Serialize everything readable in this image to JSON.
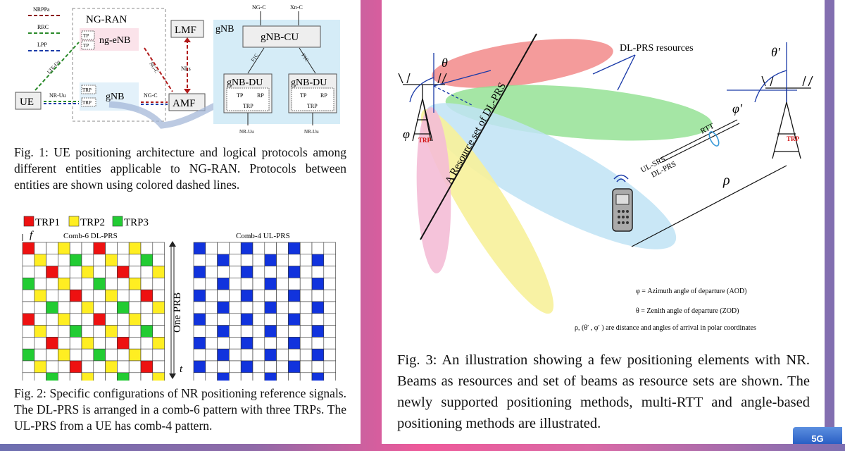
{
  "fig1": {
    "legend": [
      "NRPPa",
      "RRC",
      "LPP"
    ],
    "ngran_title": "NG-RAN",
    "ng_enb": "ng-eNB",
    "gnb": "gNB",
    "tp": "TP",
    "trp": "TRP",
    "ue": "UE",
    "amf": "AMF",
    "lmf": "LMF",
    "nls": "NLs",
    "ngc": "NG-C",
    "lte_uu": "LTE-Uu",
    "nr_uu": "NR-Uu",
    "gnb_box_title": "gNB",
    "gnb_cu": "gNB-CU",
    "gnb_du": "gNB-DU",
    "rp": "RP",
    "f1c": "F1C",
    "xnc": "Xn-C",
    "caption": "Fig. 1: UE positioning architecture and logical protocols among different entities applicable to NG-RAN. Protocols between entities are shown using colored dashed lines."
  },
  "fig2": {
    "legend": [
      {
        "label": "TRP1",
        "color": "#ee1111"
      },
      {
        "label": "TRP2",
        "color": "#ffee22"
      },
      {
        "label": "TRP3",
        "color": "#22cc33"
      }
    ],
    "left_title": "Comb-6 DL-PRS",
    "right_title": "Comb-4 UL-PRS",
    "f_label": "f",
    "t_label": "t",
    "prb_label": "One PRB",
    "ul_color": "#1133dd",
    "caption": "Fig. 2: Specific configurations of NR positioning reference signals. The DL-PRS is arranged in a comb-6 pattern with three TRPs. The UL-PRS from a UE has comb-4 pattern."
  },
  "fig3": {
    "dl_prs_resources": "DL-PRS resources",
    "resource_set": "A Resource set of DL-PRS",
    "trp": "TRP",
    "theta": "θ",
    "theta_prime": "θ′",
    "phi": "φ",
    "phi_prime": "φ′",
    "rho": "ρ",
    "rtt": "RTT",
    "ul_srs": "UL-SRS",
    "dl_prs": "DL-PRS",
    "legend": [
      "φ = Azimuth angle of departure (AOD)",
      "θ = Zenith angle of departure (ZOD)",
      "ρ, (θ′ , φ′ ) are distance and angles of arrival in polar coordinates"
    ],
    "beam_colors": [
      "#f28a8a",
      "#8fe08f",
      "#bfe3f5",
      "#f7f19a",
      "#f4bcd6"
    ],
    "caption": "Fig. 3: An illustration showing a few positioning elements with NR. Beams as resources and set of beams as resource sets are shown. The newly supported positioning methods, multi-RTT and angle-based positioning methods are illustrated."
  },
  "badge": "5G"
}
